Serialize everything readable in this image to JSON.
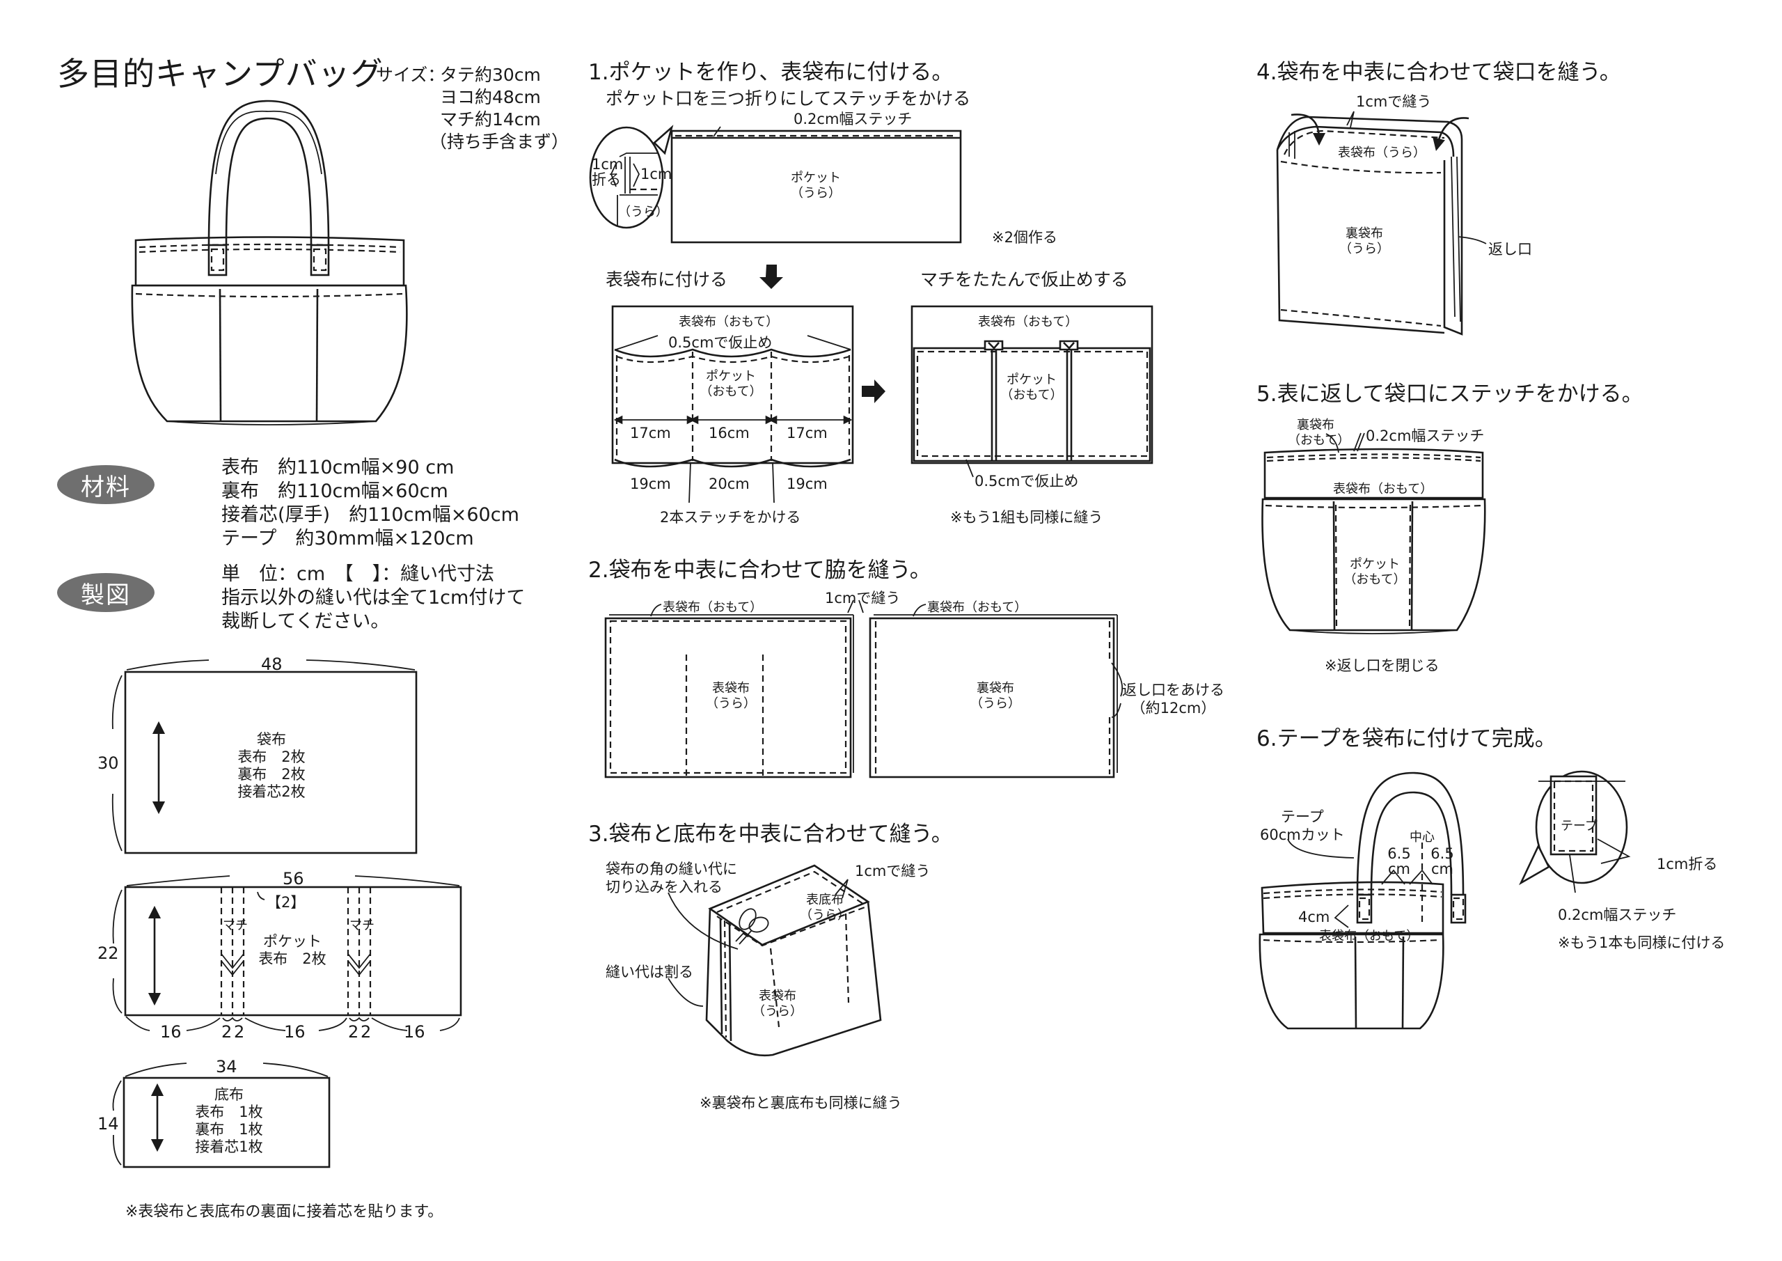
{
  "header": {
    "title": "多目的キャンプバッグ",
    "size_label": "サイズ：",
    "size_lines": [
      "タテ約30cm",
      "ヨコ約48cm",
      "マチ約14cm",
      "（持ち手含まず）"
    ]
  },
  "materials": {
    "badge": "材料",
    "lines": [
      "表布　約110cm幅×90 cm",
      "裏布　約110cm幅×60cm",
      "接着芯(厚手)　約110cm幅×60cm",
      "テープ　約30mm幅×120cm"
    ]
  },
  "pattern": {
    "badge": "製図",
    "lines": [
      "単　位：cm　【　】：縫い代寸法",
      "指示以外の縫い代は全て1cm付けて",
      "裁断してください。"
    ]
  },
  "pieces": {
    "body": {
      "width": "48",
      "height": "30",
      "name": "袋布",
      "lines": [
        "表布　2枚",
        "裏布　2枚",
        "接着芯2枚"
      ]
    },
    "pocket": {
      "width": "56",
      "height": "22",
      "seam": "【2】",
      "name": "ポケット",
      "lines": [
        "表布　2枚"
      ],
      "gusset_label": "マチ",
      "bottom_dims": [
        "16",
        "2",
        "2",
        "16",
        "2",
        "2",
        "16"
      ]
    },
    "bottom": {
      "width": "34",
      "height": "14",
      "name": "底布",
      "lines": [
        "表布　1枚",
        "裏布　1枚",
        "接着芯1枚"
      ]
    },
    "note": "※表袋布と表底布の裏面に接着芯を貼ります。"
  },
  "step1": {
    "heading": "1.ポケットを作り、表袋布に付ける。",
    "sub": "ポケット口を三つ折りにしてステッチをかける",
    "stitch": "0.2cm幅ステッチ",
    "fold_a": "1cm",
    "fold_a2": "折る",
    "fold_b": "1cm",
    "inset_ura": "（うら）",
    "pocket_label": "ポケット",
    "pocket_ura": "（うら）",
    "make2": "※2個作る",
    "attach_label": "表袋布に付ける",
    "fold_label": "マチをたたんで仮止めする",
    "panel_a": {
      "top": "表袋布（おもて）",
      "baste": "0.5cmで仮止め",
      "pocket": "ポケット",
      "pocket_side": "（おもて）",
      "inner": [
        "17cm",
        "16cm",
        "17cm"
      ],
      "outer": [
        "19cm",
        "20cm",
        "19cm"
      ],
      "note": "2本ステッチをかける"
    },
    "panel_b": {
      "top": "表袋布（おもて）",
      "pocket": "ポケット",
      "pocket_side": "（おもて）",
      "baste": "0.5cmで仮止め",
      "note": "※もう1組も同様に縫う"
    }
  },
  "step2": {
    "heading": "2.袋布を中表に合わせて脇を縫う。",
    "sew": "1cmで縫う",
    "left_top": "表袋布（おもて）",
    "left_name": "表袋布",
    "left_side": "（うら）",
    "right_top": "裏袋布（おもて）",
    "right_name": "裏袋布",
    "right_side": "（うら）",
    "opening": "返し口をあける",
    "opening_size": "（約12cm）"
  },
  "step3": {
    "heading": "3.袋布と底布を中表に合わせて縫う。",
    "notch_1": "袋布の角の縫い代に",
    "notch_2": "切り込みを入れる",
    "sew": "1cmで縫う",
    "bottom_name": "表底布",
    "bottom_side": "（うら）",
    "split": "縫い代は割る",
    "body_name": "表袋布",
    "body_side": "（うら）",
    "note": "※裏袋布と裏底布も同様に縫う"
  },
  "step4": {
    "heading": "4.袋布を中表に合わせて袋口を縫う。",
    "sew": "1cmで縫う",
    "inner": "表袋布（うら）",
    "outer_name": "裏袋布",
    "outer_side": "（うら）",
    "opening": "返し口"
  },
  "step5": {
    "heading": "5.表に返して袋口にステッチをかける。",
    "lining": "裏袋布",
    "lining_side": "（おもて）",
    "stitch": "0.2cm幅ステッチ",
    "body": "表袋布（おもて）",
    "pocket": "ポケット",
    "pocket_side": "（おもて）",
    "note": "※返し口を閉じる"
  },
  "step6": {
    "heading": "6.テープを袋布に付けて完成。",
    "tape": "テープ",
    "tape_cut": "60cmカット",
    "center": "中心",
    "offset_l": "6.5",
    "offset_r": "6.5",
    "unit": "cm",
    "depth": "4cm",
    "body": "表袋布（おもて）",
    "detail_tape": "テープ",
    "fold": "1cm折る",
    "stitch": "0.2cm幅ステッチ",
    "note": "※もう1本も同様に付ける"
  }
}
